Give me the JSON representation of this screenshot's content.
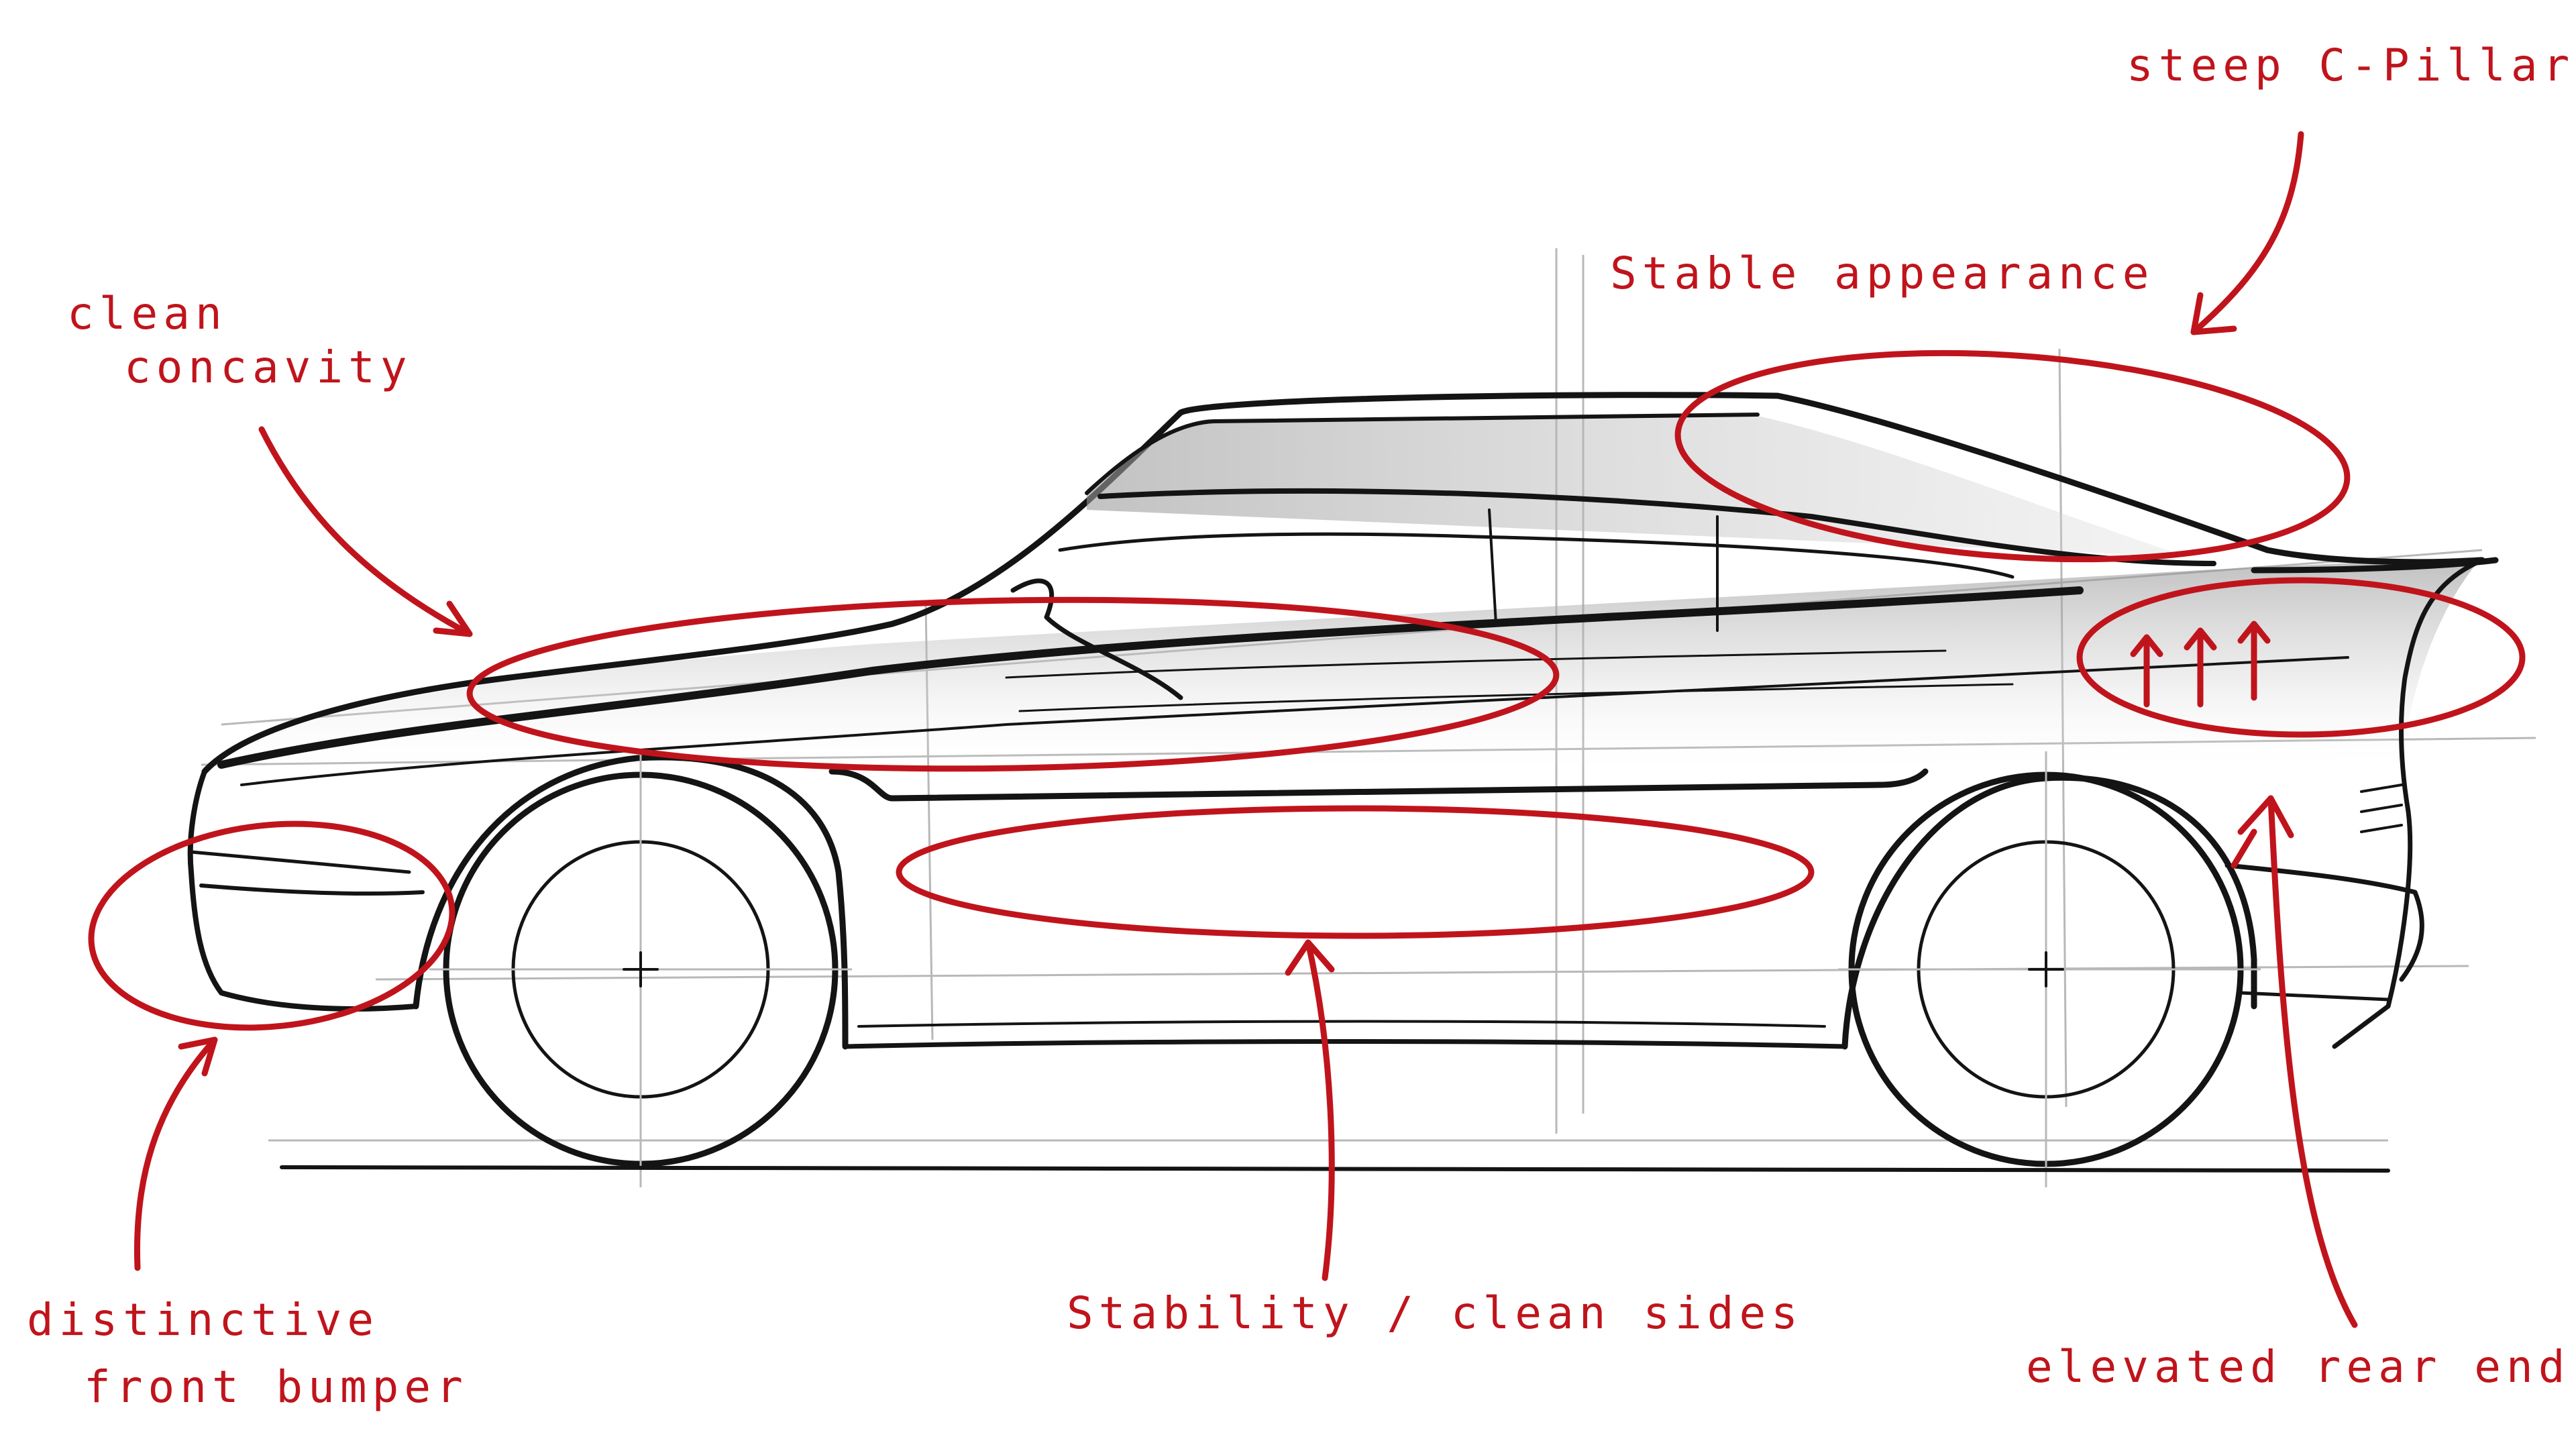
{
  "annotations": {
    "steep_c_pillar": "steep C-Pillar",
    "stable_appearance": "Stable appearance",
    "clean_concavity_line1": "clean",
    "clean_concavity_line2": "concavity",
    "distinctive_bumper_line1": "distinctive",
    "distinctive_bumper_line2": "front bumper",
    "stability_sides": "Stability / clean sides",
    "elevated_rear": "elevated rear end"
  },
  "colors": {
    "annotation_red": "#c0141c",
    "ink": "#141414",
    "background": "#ffffff"
  }
}
